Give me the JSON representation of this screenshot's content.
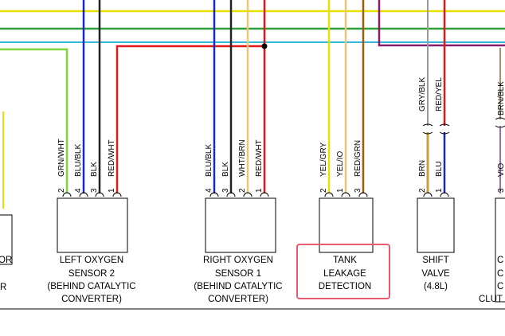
{
  "colors": {
    "yellow": "#e8e000",
    "green": "#2e9e3a",
    "cyan": "#3bb8d8",
    "purple": "#8a1a6a",
    "lime": "#7fd63a",
    "blue": "#1a2ab8",
    "black": "#222222",
    "red": "#e01818",
    "tan": "#e8c878",
    "brown": "#a05a10",
    "gray": "#9a9a9a",
    "highlight": "#e85a70"
  },
  "components": {
    "left_partial": {
      "lines": [
        "OR",
        "R"
      ]
    },
    "left_o2": {
      "lines": [
        "LEFT OXYGEN",
        "SENSOR 2",
        "(BEHIND CATALYTIC",
        "CONVERTER)"
      ],
      "pins": [
        "2",
        "4",
        "3",
        "1"
      ],
      "wires": [
        "GRN/WHT",
        "BLU/BLK",
        "BLK",
        "RED/WHT"
      ]
    },
    "right_o2": {
      "lines": [
        "RIGHT OXYGEN",
        "SENSOR 1",
        "(BEHIND CATALYTIC",
        "CONVERTER)"
      ],
      "pins": [
        "4",
        "3",
        "2",
        "1"
      ],
      "wires": [
        "BLU/BLK",
        "BLK",
        "WHT/BRN",
        "RED/WHT"
      ]
    },
    "tank": {
      "lines": [
        "TANK",
        "LEAKAGE",
        "DETECTION"
      ],
      "pins": [
        "2",
        "1",
        "3"
      ],
      "wires": [
        "YEL/GRY",
        "YEL/IO",
        "RED/GRN"
      ]
    },
    "shift": {
      "lines": [
        "SHIFT",
        "VALVE",
        "(4.8L)"
      ],
      "pins": [
        "2",
        "1"
      ],
      "wires_upper": [
        "GRY/BLK",
        "RED/YEL"
      ],
      "wires_lower": [
        "BRN",
        "BLU"
      ]
    },
    "right_partial": {
      "wire_top": "BRN/BLK",
      "wire_mid": "VIO",
      "pin": "3",
      "letters": [
        "C",
        "C",
        "C"
      ],
      "clut": "CLUT"
    }
  }
}
